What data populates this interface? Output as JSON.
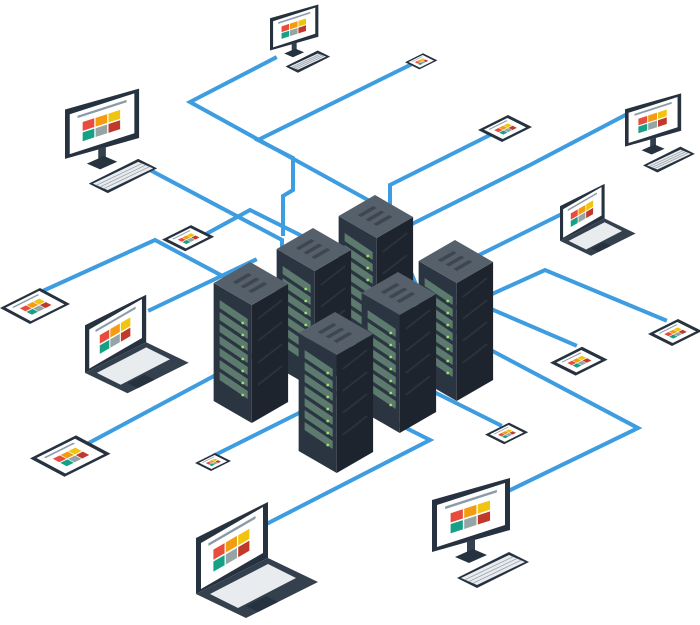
{
  "colors": {
    "background": "#ffffff",
    "cable": "#3d9de0",
    "device_dark": "#273240",
    "device_mid": "#34404e",
    "device_light": "#46525f",
    "screen": "#ffffff",
    "keyboard": "#e9ecef",
    "rack_front": "#2b3542",
    "rack_side": "#1d242e",
    "rack_top": "#56606b",
    "drive_face": "#5c7a6e",
    "drive_led": "#9be36c",
    "tile_colors": [
      "#e74c3c",
      "#f39c12",
      "#f1c40f",
      "#16a085",
      "#95a5a6",
      "#c0392b"
    ]
  },
  "servers": [
    {
      "id": "rack-back"
    },
    {
      "id": "rack-left-back"
    },
    {
      "id": "rack-right-back"
    },
    {
      "id": "rack-left"
    },
    {
      "id": "rack-center"
    },
    {
      "id": "rack-front"
    }
  ],
  "devices": [
    {
      "id": "monitor-top"
    },
    {
      "id": "phone-top"
    },
    {
      "id": "monitor-top-left"
    },
    {
      "id": "phone-upper-right"
    },
    {
      "id": "monitor-top-right"
    },
    {
      "id": "tablet-upper-left"
    },
    {
      "id": "laptop-upper-right"
    },
    {
      "id": "tablet-left"
    },
    {
      "id": "laptop-left"
    },
    {
      "id": "tablet-right"
    },
    {
      "id": "phone-right"
    },
    {
      "id": "tablet-lower-left"
    },
    {
      "id": "phone-lower-center"
    },
    {
      "id": "phone-lower-left"
    },
    {
      "id": "laptop-bottom"
    },
    {
      "id": "monitor-bottom-right"
    }
  ]
}
